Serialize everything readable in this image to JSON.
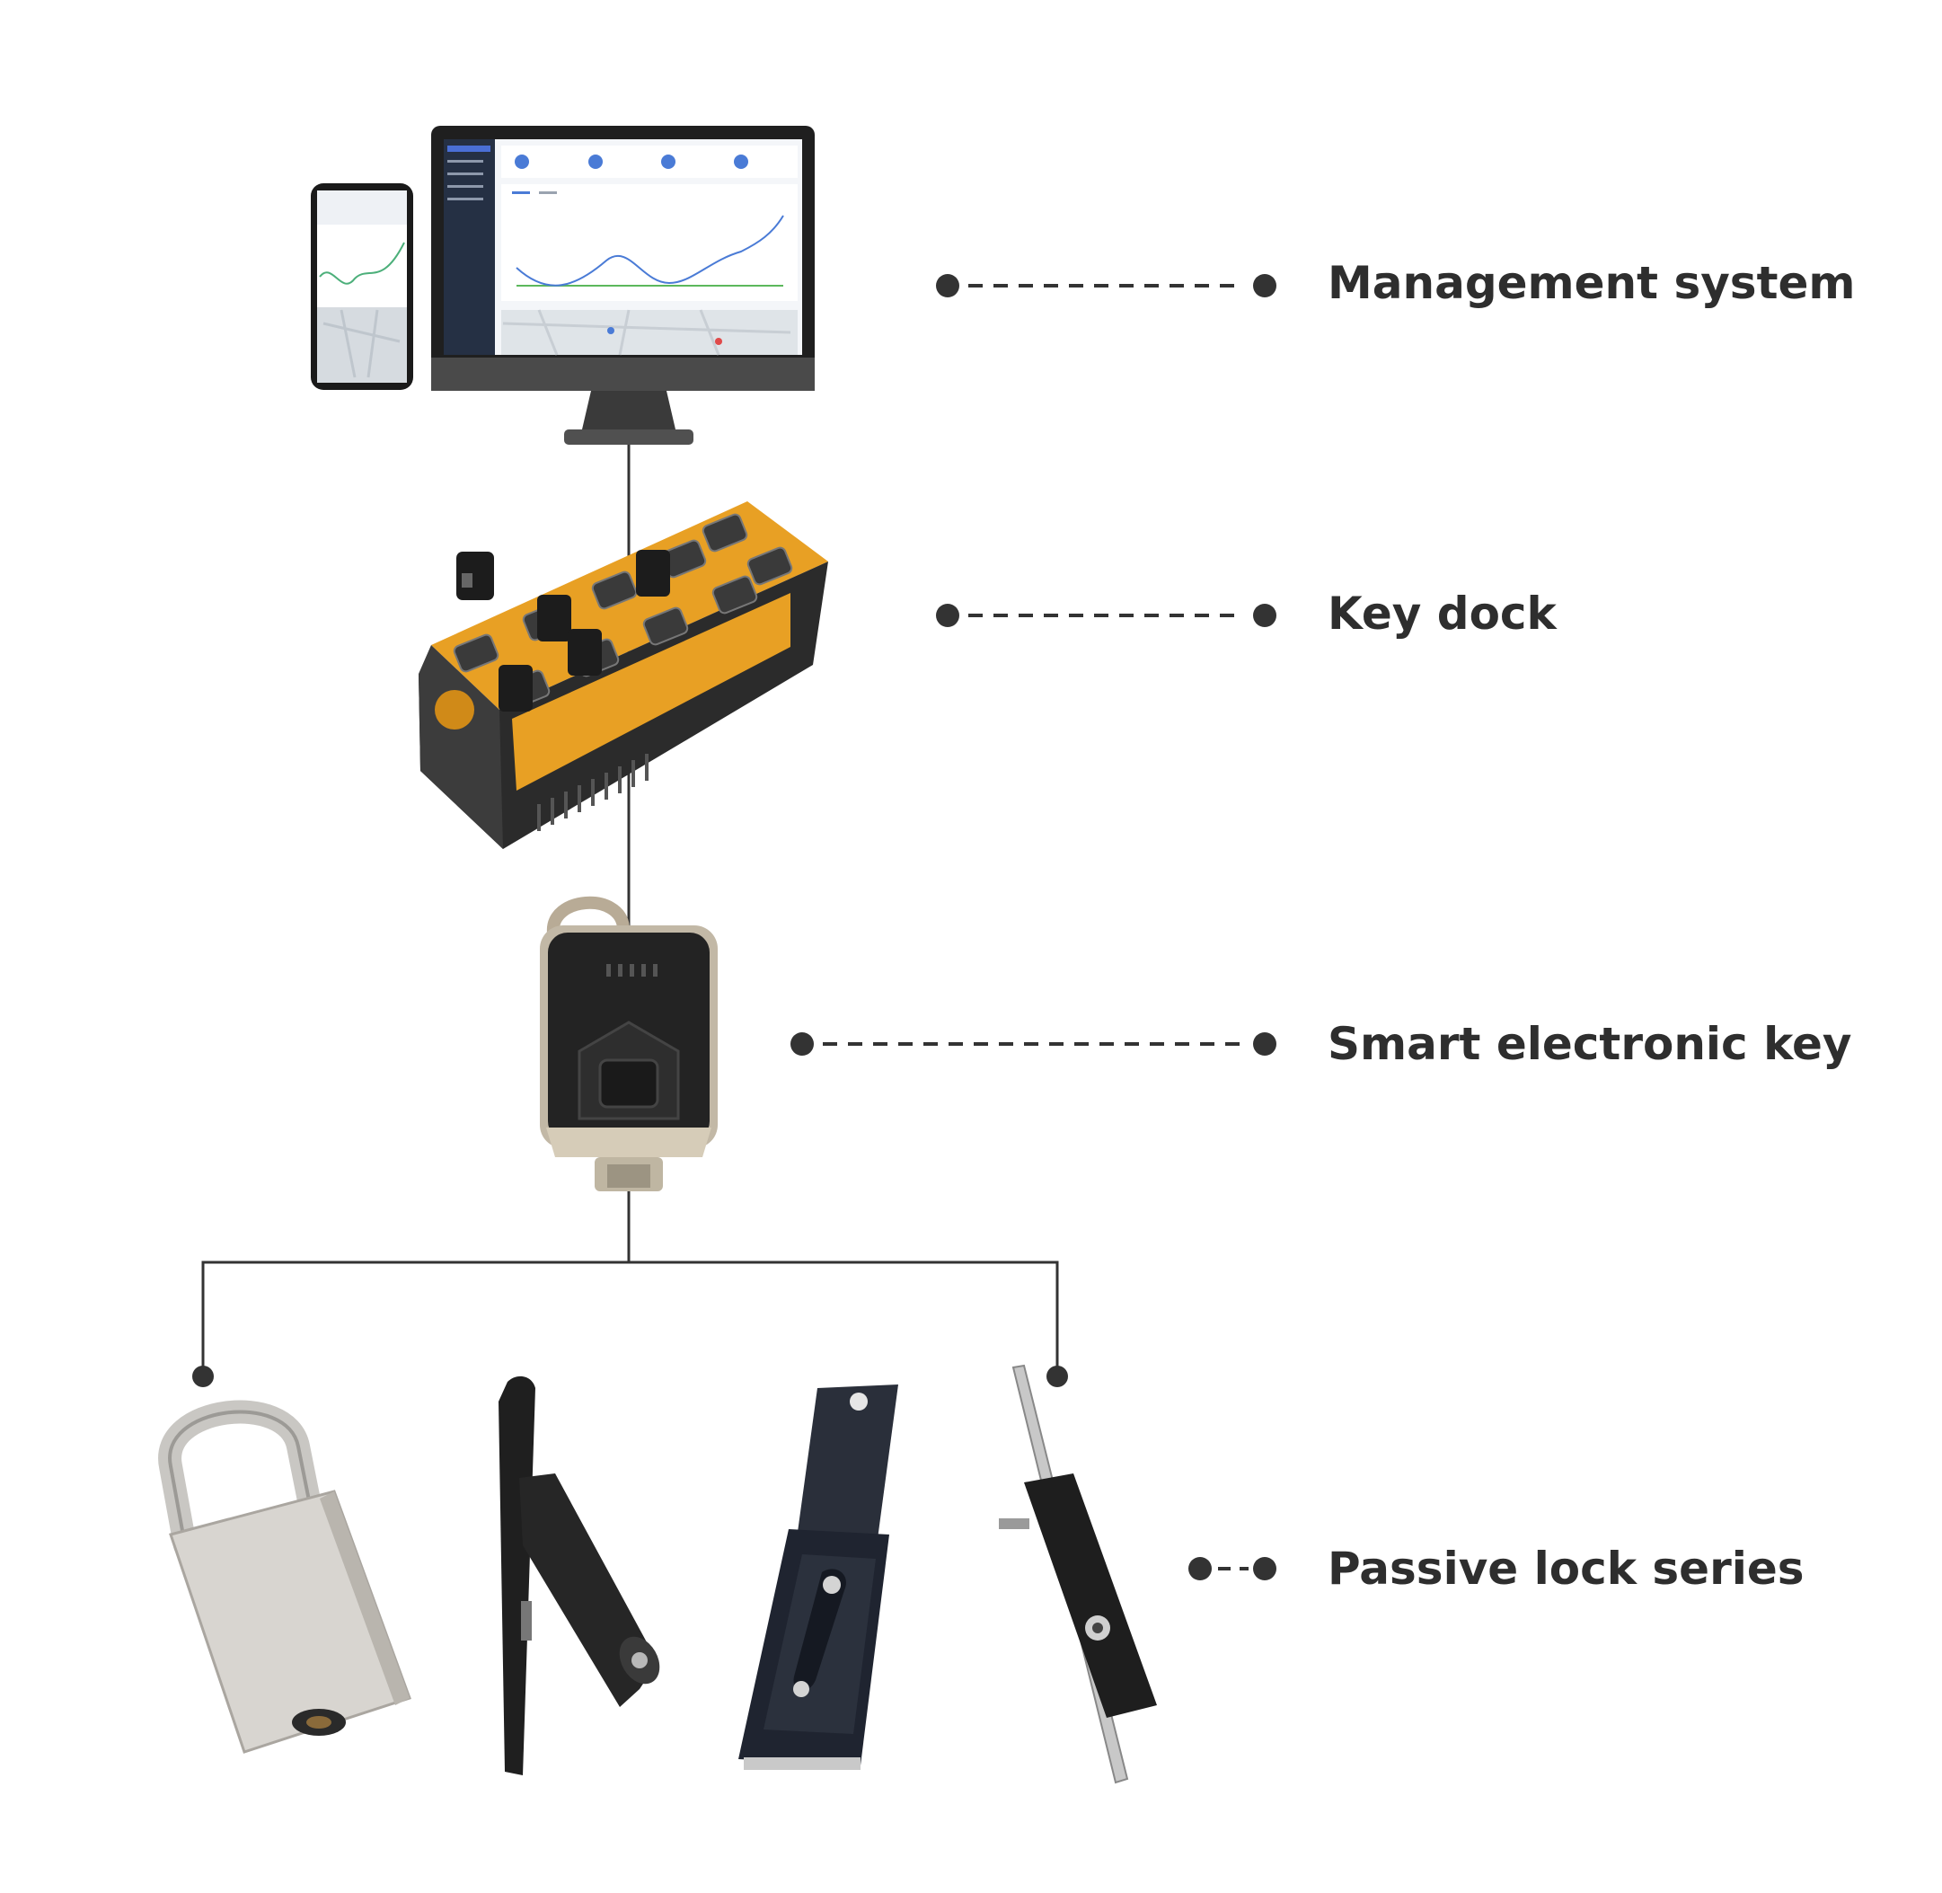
{
  "labels": {
    "management_system": "Management system",
    "key_dock": "Key dock",
    "smart_key": "Smart electronic key",
    "passive_lock": "Passive lock series"
  },
  "illustrations": [
    "desktop-monitor-icon",
    "smartphone-icon",
    "key-dock-icon",
    "smart-key-icon",
    "padlock-icon",
    "cabinet-handle-lock-icon",
    "panel-lock-icon",
    "rod-lock-icon"
  ],
  "colors": {
    "line": "#333333",
    "dot": "#333333",
    "dock_orange": "#e8a024",
    "dock_body": "#2b2b2b",
    "text": "#2e2e2e"
  }
}
